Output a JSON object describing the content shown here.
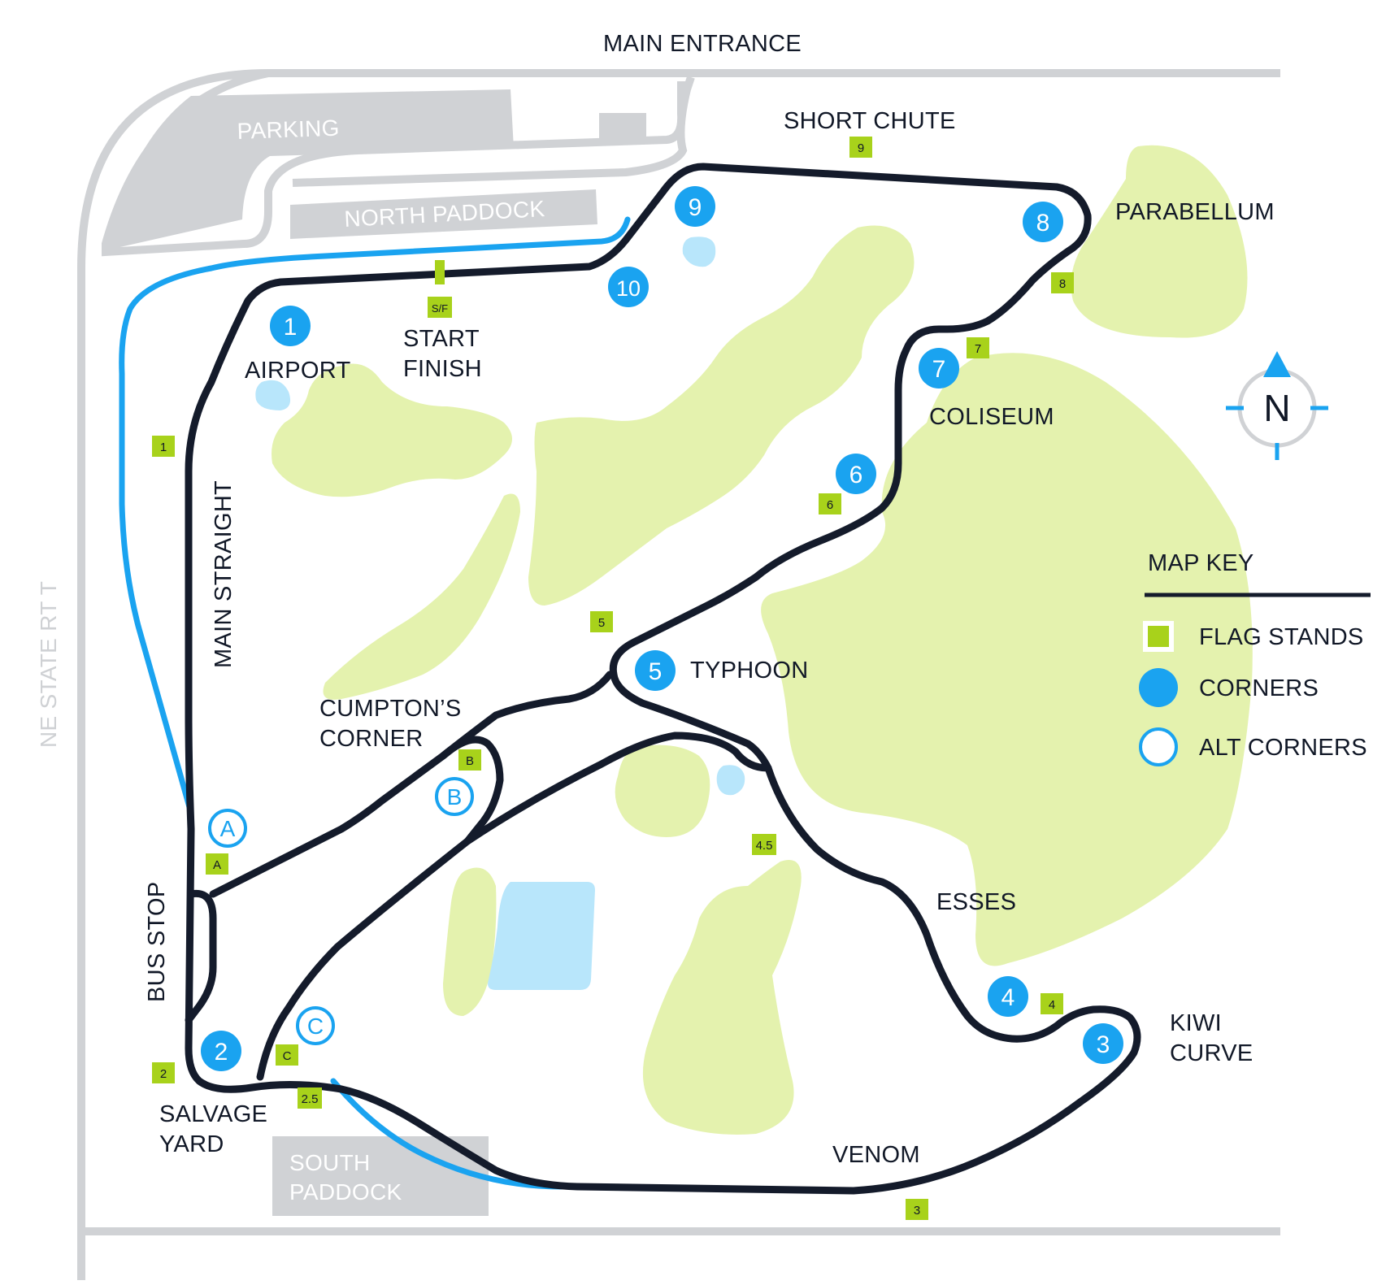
{
  "colors": {
    "track": "#141b2b",
    "alt_route": "#1aa3f0",
    "corner": "#1aa3f0",
    "flag": "#a8d21b",
    "green_area": "#e4f2ae",
    "water": "#b8e6fb",
    "road": "#d0d2d5",
    "paddock": "#d0d2d5"
  },
  "labels": {
    "main_entrance": "MAIN ENTRANCE",
    "parking": "PARKING",
    "north_paddock": "NORTH PADDOCK",
    "south_paddock_1": "SOUTH",
    "south_paddock_2": "PADDOCK",
    "short_chute": "SHORT CHUTE",
    "parabellum": "PARABELLUM",
    "airport": "AIRPORT",
    "start": "START",
    "finish": "FINISH",
    "coliseum": "COLISEUM",
    "main_straight": "MAIN STRAIGHT",
    "ne_state_rt": "NE STATE RT T",
    "typhoon": "TYPHOON",
    "cumptons_1": "CUMPTON’S",
    "cumptons_2": "CORNER",
    "esses": "ESSES",
    "bus_stop": "BUS STOP",
    "kiwi_1": "KIWI",
    "kiwi_2": "CURVE",
    "salvage_1": "SALVAGE",
    "salvage_2": "YARD",
    "venom": "VENOM"
  },
  "compass": {
    "letter": "N",
    "icon": "compass-north-icon"
  },
  "map_key": {
    "title": "MAP KEY",
    "items": [
      {
        "label": "FLAG STANDS",
        "icon": "flag-stand-square-icon"
      },
      {
        "label": "CORNERS",
        "icon": "corner-filled-circle-icon"
      },
      {
        "label": "ALT CORNERS",
        "icon": "alt-corner-outline-circle-icon"
      }
    ]
  },
  "corners": [
    {
      "id": "1",
      "label": "1"
    },
    {
      "id": "2",
      "label": "2"
    },
    {
      "id": "3",
      "label": "3"
    },
    {
      "id": "4",
      "label": "4"
    },
    {
      "id": "5",
      "label": "5"
    },
    {
      "id": "6",
      "label": "6"
    },
    {
      "id": "7",
      "label": "7"
    },
    {
      "id": "8",
      "label": "8"
    },
    {
      "id": "9",
      "label": "9"
    },
    {
      "id": "10",
      "label": "10"
    }
  ],
  "alt_corners": [
    {
      "id": "A",
      "label": "A"
    },
    {
      "id": "B",
      "label": "B"
    },
    {
      "id": "C",
      "label": "C"
    }
  ],
  "flag_stands": [
    {
      "id": "1",
      "label": "1"
    },
    {
      "id": "2",
      "label": "2"
    },
    {
      "id": "2.5",
      "label": "2.5"
    },
    {
      "id": "3",
      "label": "3"
    },
    {
      "id": "4",
      "label": "4"
    },
    {
      "id": "4.5",
      "label": "4.5"
    },
    {
      "id": "5",
      "label": "5"
    },
    {
      "id": "6",
      "label": "6"
    },
    {
      "id": "7",
      "label": "7"
    },
    {
      "id": "8",
      "label": "8"
    },
    {
      "id": "9",
      "label": "9"
    },
    {
      "id": "A",
      "label": "A"
    },
    {
      "id": "B",
      "label": "B"
    },
    {
      "id": "C",
      "label": "C"
    },
    {
      "id": "S/F",
      "label": "S/F"
    }
  ]
}
